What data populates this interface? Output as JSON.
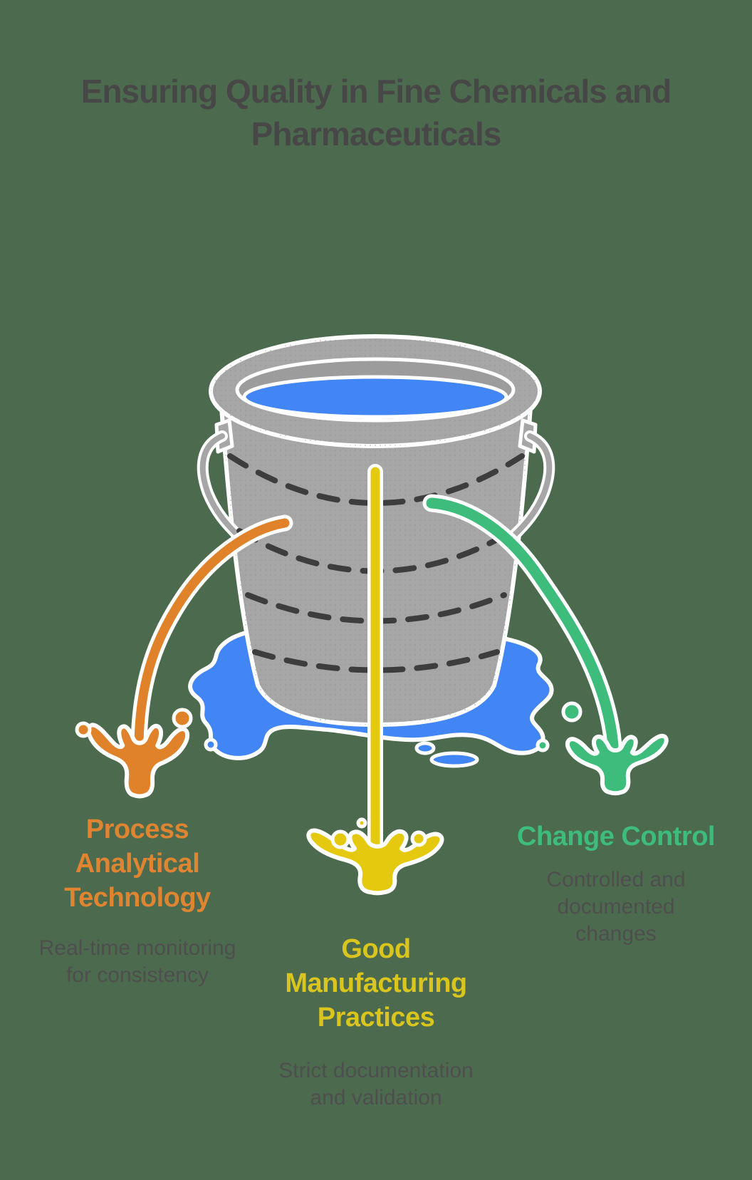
{
  "header": {
    "title": "Ensuring Quality in Fine Chemicals and Pharmaceuticals",
    "title_lines": [
      "Ensuring Quality in Fine Chemicals and",
      "Pharmaceuticals"
    ]
  },
  "illustration": {
    "subject": "leaky bucket of water with three colored leak streams",
    "colors": {
      "background": "#4c6b4e",
      "bucket_gray": "#a6a6a6",
      "water_blue": "#4285f4",
      "outline_white": "#ffffff",
      "dash_dark": "#3d3d3d",
      "heading_text": "#474747",
      "body_text": "#4e4e4e"
    }
  },
  "sections": [
    {
      "id": "process-analytical-technology",
      "color": "#df8531",
      "title": "Process Analytical Technology",
      "title_lines": [
        "Process",
        "Analytical",
        "Technology"
      ],
      "subtitle": "Real-time monitoring for consistency",
      "subtitle_lines": [
        "Real-time monitoring",
        "for consistency"
      ]
    },
    {
      "id": "good-manufacturing-practices",
      "color": "#d9c51d",
      "title": "Good Manufacturing Practices",
      "title_lines": [
        "Good",
        "Manufacturing",
        "Practices"
      ],
      "subtitle": "Strict documentation and validation",
      "subtitle_lines": [
        "Strict documentation",
        "and validation"
      ]
    },
    {
      "id": "change-control",
      "color": "#3ebc7c",
      "title": "Change Control",
      "title_lines": [
        "Change Control"
      ],
      "subtitle": "Controlled and documented changes",
      "subtitle_lines": [
        "Controlled and",
        "documented",
        "changes"
      ]
    }
  ]
}
